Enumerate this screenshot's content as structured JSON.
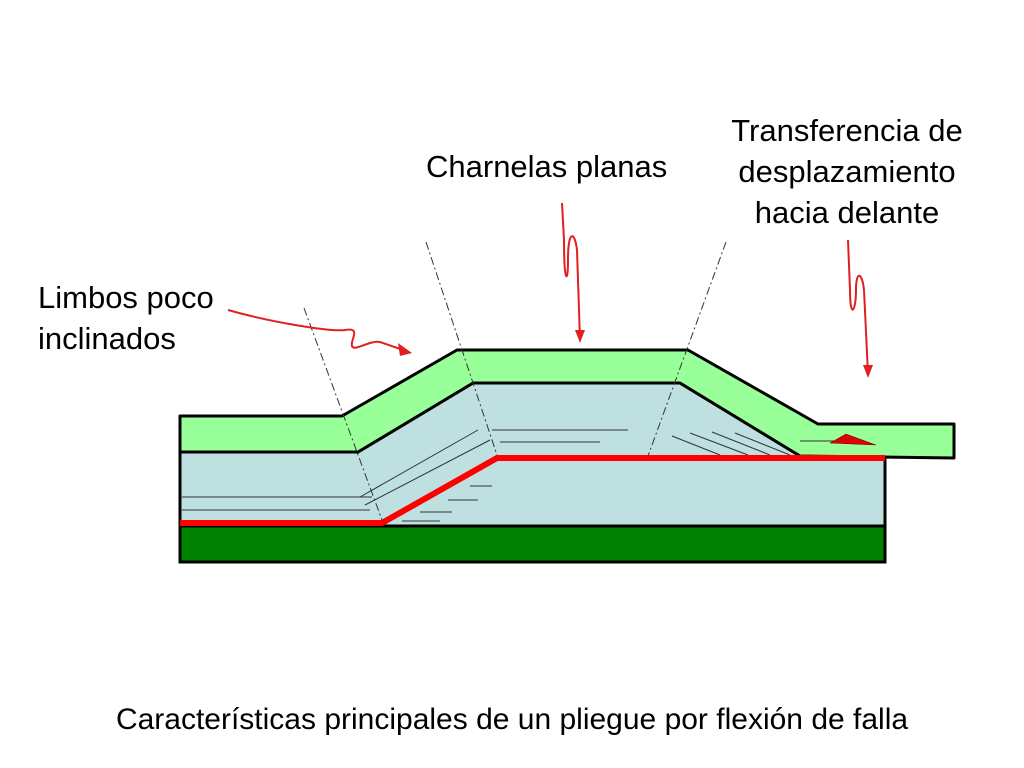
{
  "labels": {
    "limbos": [
      "Limbos poco",
      "inclinados"
    ],
    "charnelas": "Charnelas planas",
    "transferencia": [
      "Transferencia de",
      "desplazamiento",
      "hacia delante"
    ]
  },
  "caption": "Características principales de un pliegue por flexión de falla",
  "colors": {
    "competent_layer": "#99ff99",
    "middle_layer": "#bfe0e0",
    "basement": "#008000",
    "fault": "#ff0000",
    "arrow": "#e02020",
    "outline": "#000000",
    "axial_trace": "#333333"
  }
}
